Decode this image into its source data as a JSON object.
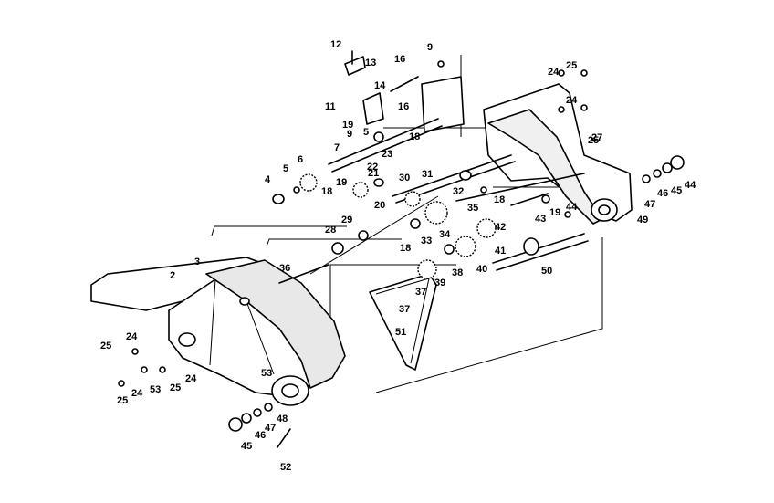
{
  "diagram": {
    "callouts": [
      "2",
      "3",
      "4",
      "5",
      "5",
      "6",
      "7",
      "9",
      "9",
      "11",
      "12",
      "13",
      "14",
      "16",
      "16",
      "18",
      "18",
      "18",
      "18",
      "19",
      "19",
      "19",
      "20",
      "21",
      "22",
      "23",
      "24",
      "24",
      "24",
      "24",
      "24",
      "25",
      "25",
      "25",
      "25",
      "25",
      "27",
      "28",
      "29",
      "30",
      "31",
      "32",
      "33",
      "34",
      "35",
      "36",
      "37",
      "37",
      "38",
      "39",
      "40",
      "41",
      "42",
      "43",
      "44",
      "44",
      "45",
      "45",
      "46",
      "46",
      "47",
      "47",
      "48",
      "49",
      "50",
      "51",
      "52",
      "53",
      "53"
    ]
  }
}
